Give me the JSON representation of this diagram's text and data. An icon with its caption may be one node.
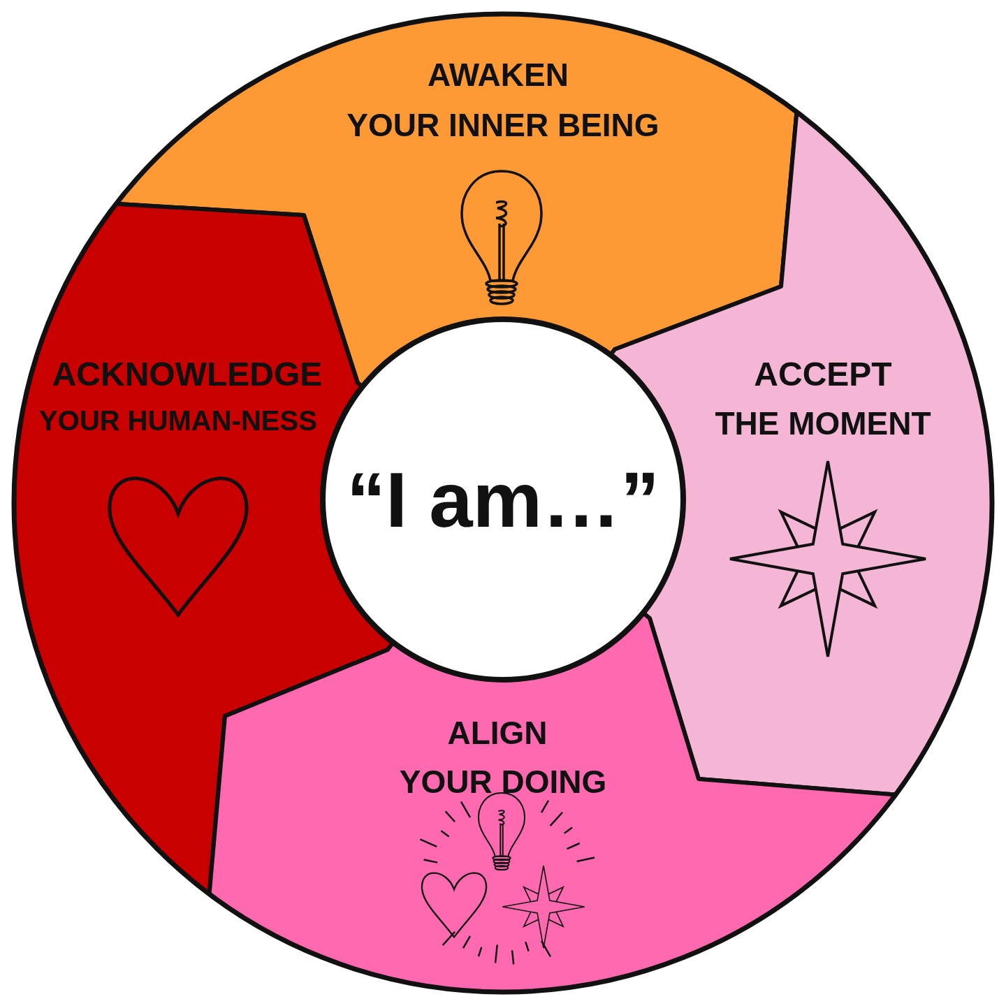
{
  "diagram": {
    "nodes": [
      {
        "text": [
          "AWAKEN",
          "YOUR INNER BEING"
        ]
      },
      {
        "text": [
          "ACKNOWLEDGE",
          "YOUR HUMAN-NESS"
        ]
      },
      {
        "text": [
          "“I am…”"
        ]
      },
      {
        "text": [
          "ACCEPT",
          "THE MOMENT"
        ]
      },
      {
        "text": [
          "ALIGN",
          "YOUR DOING"
        ]
      }
    ]
  }
}
